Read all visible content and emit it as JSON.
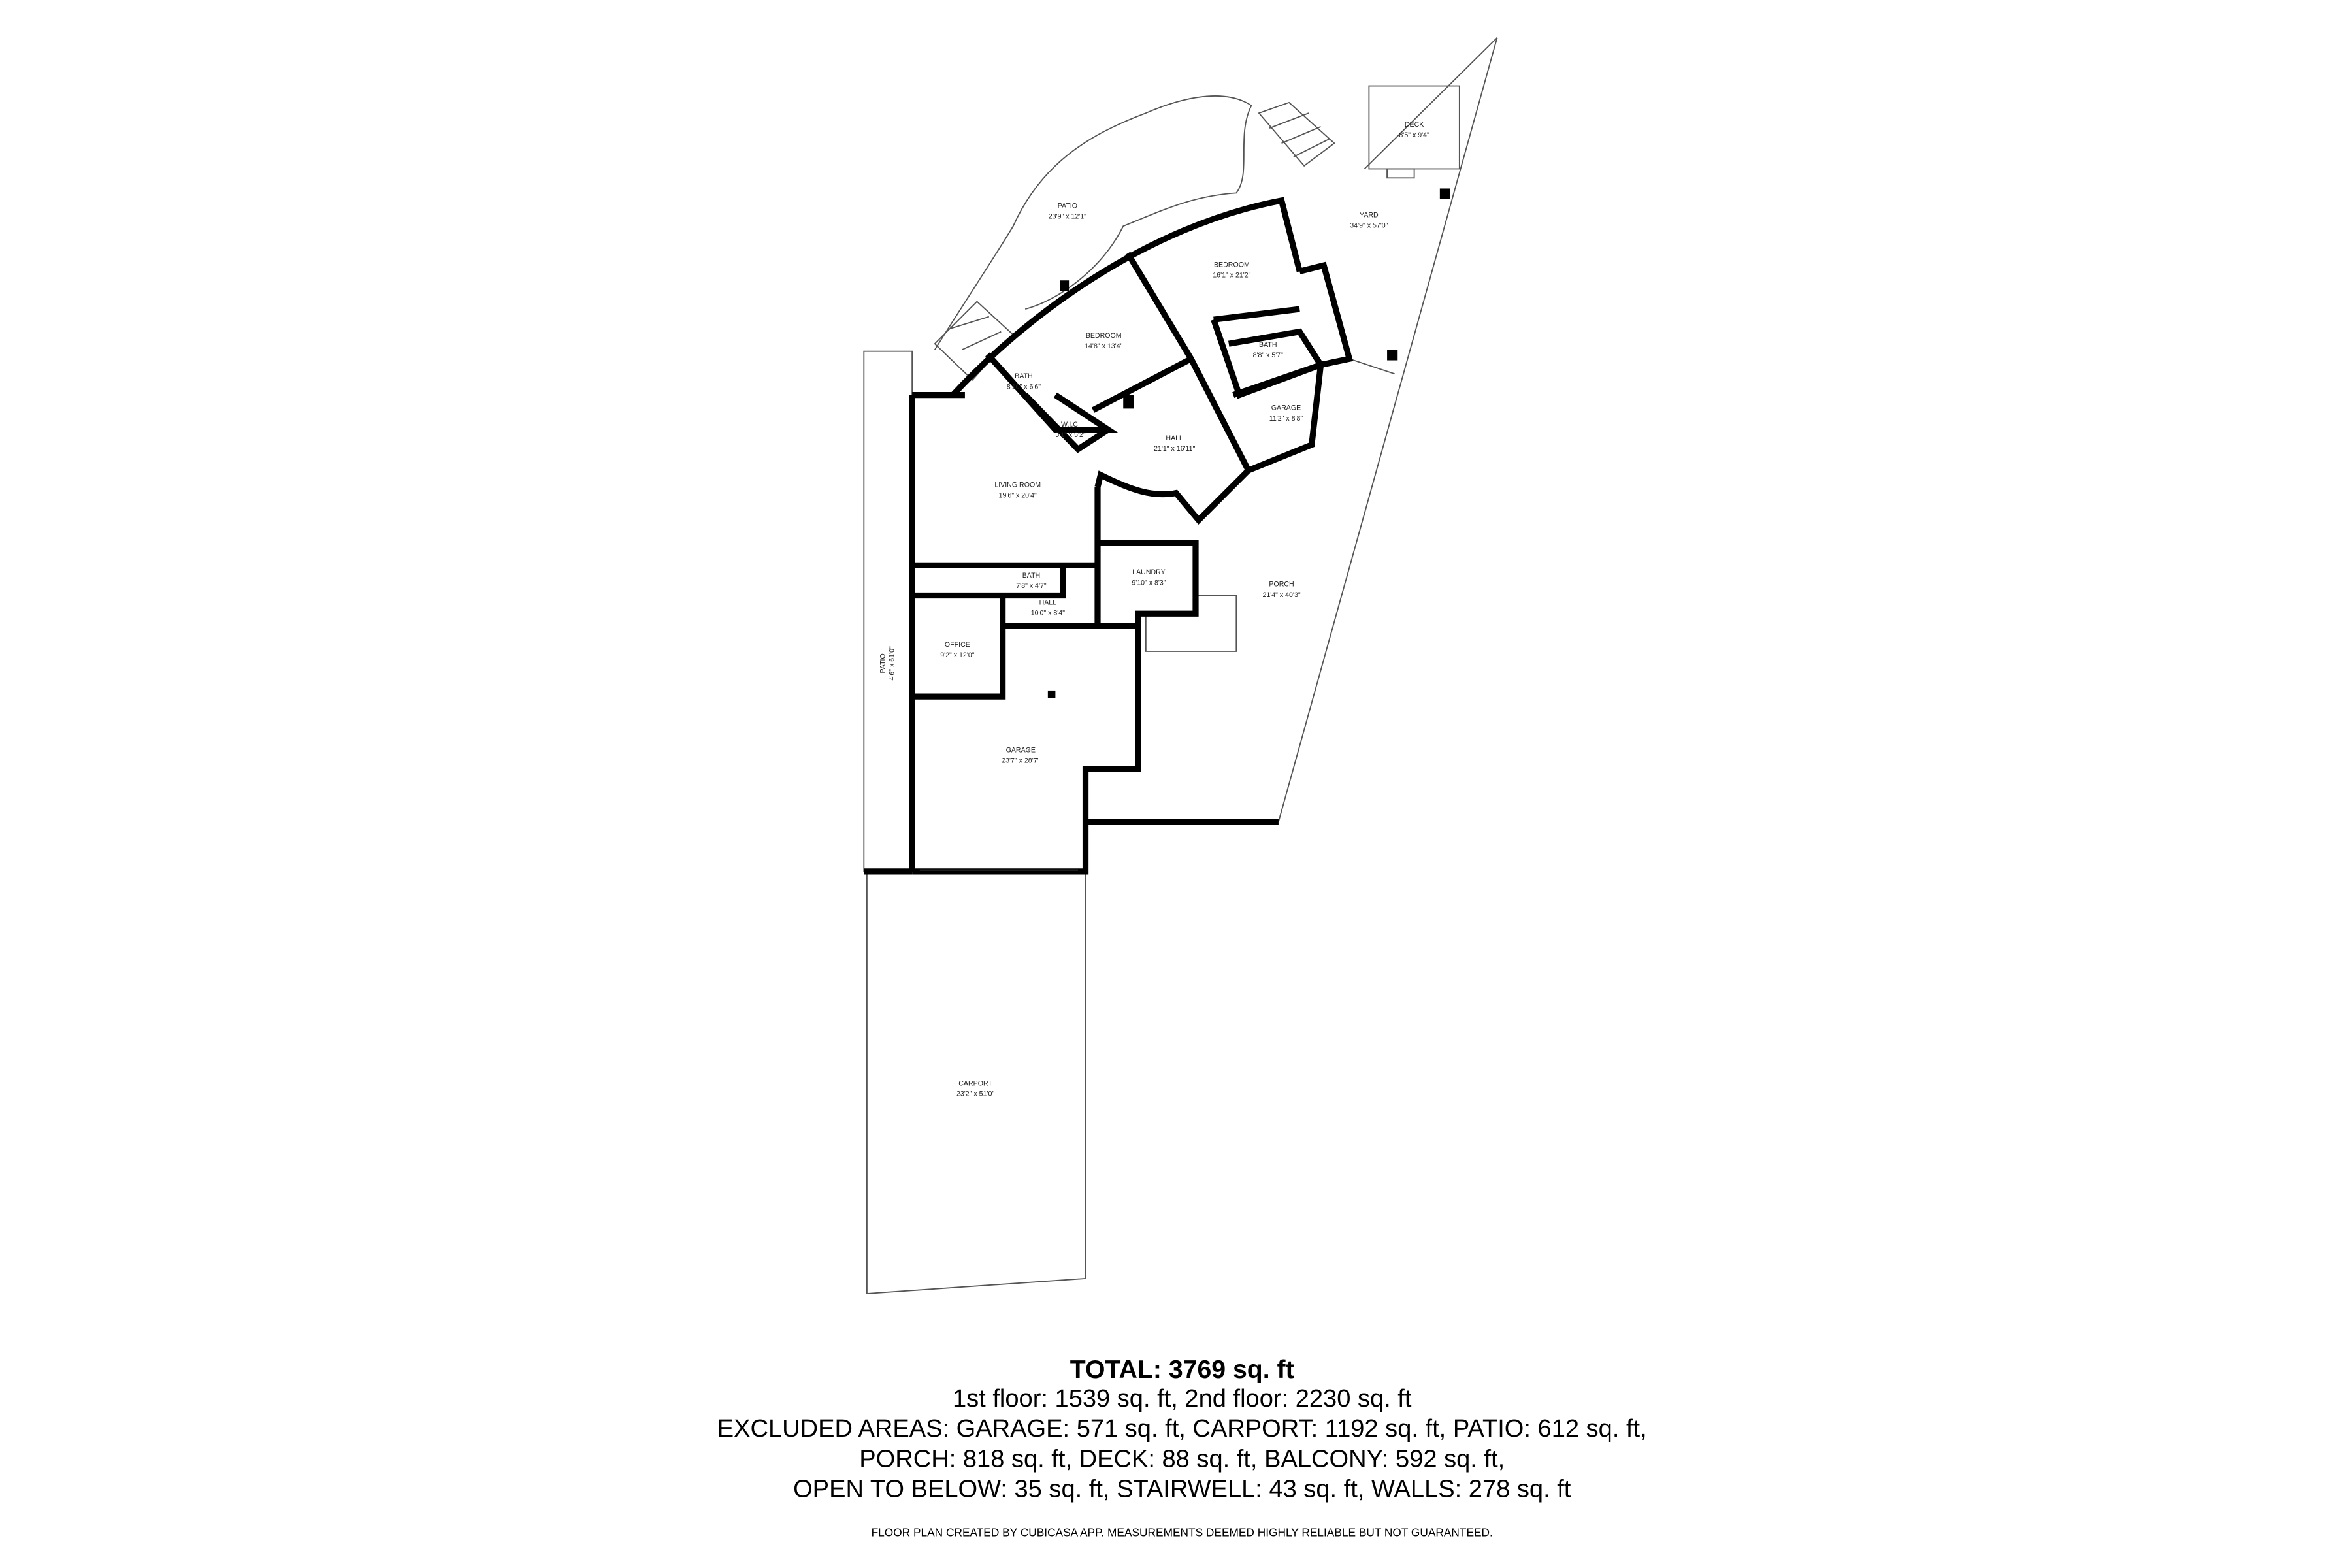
{
  "rooms": {
    "patio_top": {
      "name": "PATIO",
      "dims": "23'9\" x 12'1\""
    },
    "deck": {
      "name": "DECK",
      "dims": "8'5\" x 9'4\""
    },
    "yard": {
      "name": "YARD",
      "dims": "34'9\" x 57'0\""
    },
    "bedroom_1": {
      "name": "BEDROOM",
      "dims": "16'1\" x 21'2\""
    },
    "bedroom_2": {
      "name": "BEDROOM",
      "dims": "14'8\" x 13'4\""
    },
    "bath_1": {
      "name": "BATH",
      "dims": "8'10\" x 6'6\""
    },
    "wic": {
      "name": "W.I.C.",
      "dims": "5'1\" x 5'2\""
    },
    "bath_2": {
      "name": "BATH",
      "dims": "8'8\" x 5'7\""
    },
    "garage_small": {
      "name": "GARAGE",
      "dims": "11'2\" x 8'8\""
    },
    "hall_upper": {
      "name": "HALL",
      "dims": "21'1\" x 16'11\""
    },
    "living_room": {
      "name": "LIVING ROOM",
      "dims": "19'6\" x 20'4\""
    },
    "bath_3": {
      "name": "BATH",
      "dims": "7'8\" x 4'7\""
    },
    "laundry": {
      "name": "LAUNDRY",
      "dims": "9'10\" x 8'3\""
    },
    "porch": {
      "name": "PORCH",
      "dims": "21'4\" x 40'3\""
    },
    "hall_lower": {
      "name": "HALL",
      "dims": "10'0\" x 8'4\""
    },
    "office": {
      "name": "OFFICE",
      "dims": "9'2\" x 12'0\""
    },
    "patio_side": {
      "name": "PATIO",
      "dims": "4'6\" x 61'0\""
    },
    "garage_main": {
      "name": "GARAGE",
      "dims": "23'7\" x 28'7\""
    },
    "carport": {
      "name": "CARPORT",
      "dims": "23'2\" x 51'0\""
    }
  },
  "summary": {
    "total": "TOTAL: 3769 sq. ft",
    "floors": "1st floor: 1539 sq. ft, 2nd floor: 2230 sq. ft",
    "excluded_1": "EXCLUDED AREAS: GARAGE: 571 sq. ft, CARPORT: 1192 sq. ft, PATIO: 612 sq. ft,",
    "excluded_2": "PORCH: 818 sq. ft, DECK: 88 sq. ft, BALCONY: 592 sq. ft,",
    "excluded_3": "OPEN TO BELOW: 35 sq. ft, STAIRWELL: 43 sq. ft, WALLS: 278 sq. ft",
    "disclaimer": "FLOOR PLAN CREATED BY CUBICASA APP. MEASUREMENTS DEEMED HIGHLY RELIABLE BUT NOT GUARANTEED."
  }
}
